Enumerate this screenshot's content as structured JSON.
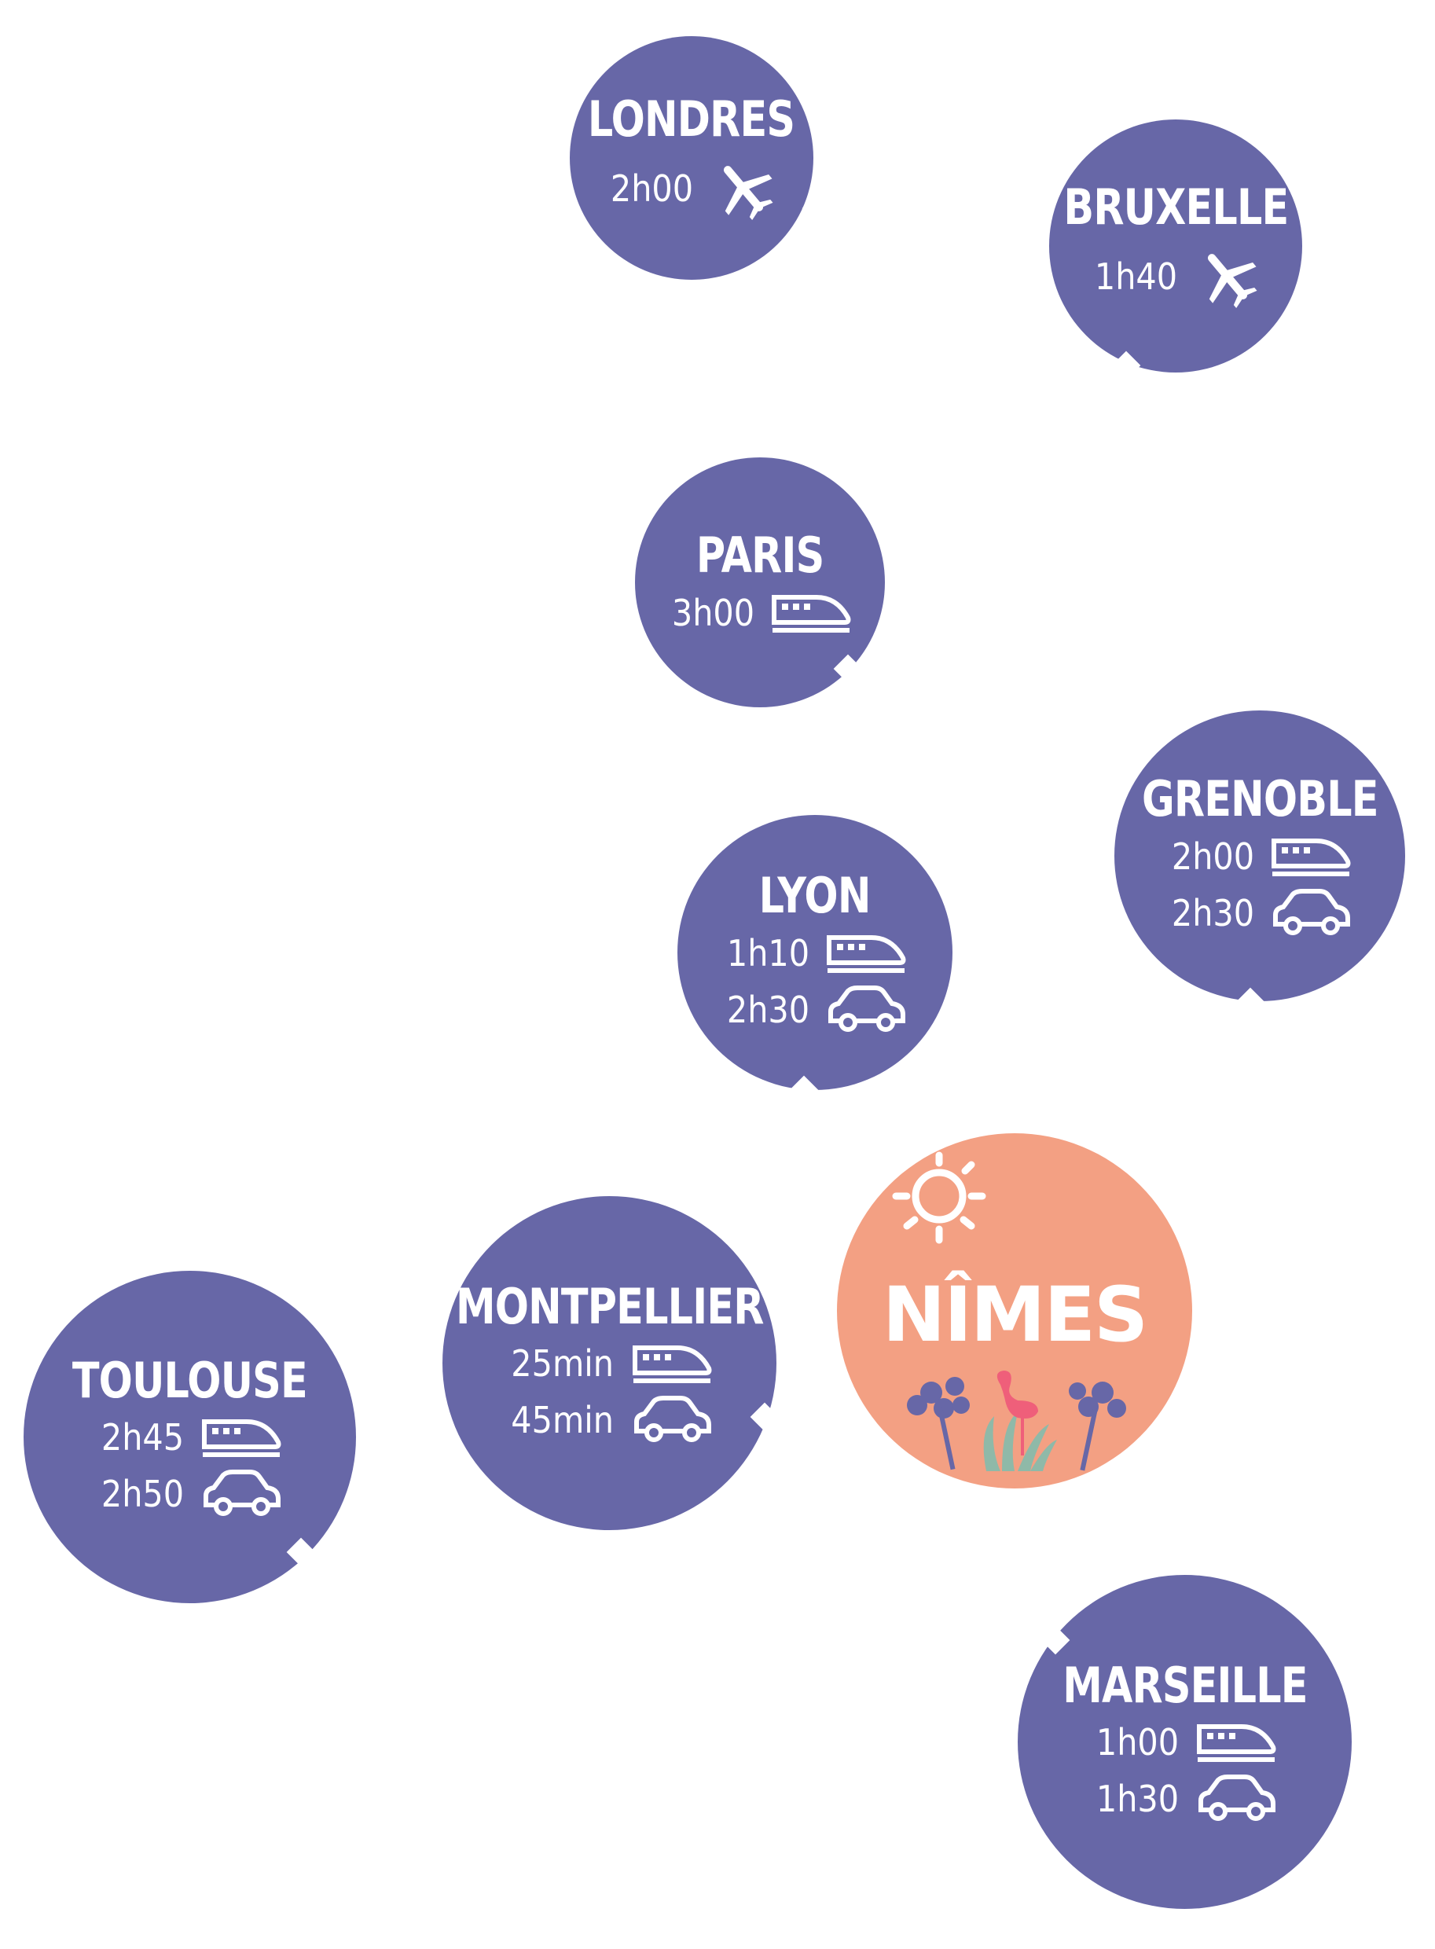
{
  "colors": {
    "bubble": "#6767a7",
    "destination": "#f3a083",
    "background": "#ffffff",
    "flower": "#6767a7",
    "flamingo": "#ef5f7a",
    "grass": "#8fb9a8"
  },
  "destination": {
    "name": "NÎMES",
    "icons": [
      "sun-icon",
      "flower-icon",
      "flamingo-icon",
      "grass-icon"
    ]
  },
  "cities": [
    {
      "name": "LONDRES",
      "modes": [
        {
          "time": "2h00",
          "icon": "plane-icon"
        }
      ]
    },
    {
      "name": "BRUXELLE",
      "modes": [
        {
          "time": "1h40",
          "icon": "plane-icon"
        }
      ]
    },
    {
      "name": "PARIS",
      "modes": [
        {
          "time": "3h00",
          "icon": "train-icon"
        }
      ]
    },
    {
      "name": "GRENOBLE",
      "modes": [
        {
          "time": "2h00",
          "icon": "train-icon"
        },
        {
          "time": "2h30",
          "icon": "car-icon"
        }
      ]
    },
    {
      "name": "LYON",
      "modes": [
        {
          "time": "1h10",
          "icon": "train-icon"
        },
        {
          "time": "2h30",
          "icon": "car-icon"
        }
      ]
    },
    {
      "name": "MONTPELLIER",
      "modes": [
        {
          "time": "25min",
          "icon": "train-icon"
        },
        {
          "time": "45min",
          "icon": "car-icon"
        }
      ]
    },
    {
      "name": "TOULOUSE",
      "modes": [
        {
          "time": "2h45",
          "icon": "train-icon"
        },
        {
          "time": "2h50",
          "icon": "car-icon"
        }
      ]
    },
    {
      "name": "MARSEILLE",
      "modes": [
        {
          "time": "1h00",
          "icon": "train-icon"
        },
        {
          "time": "1h30",
          "icon": "car-icon"
        }
      ]
    }
  ]
}
